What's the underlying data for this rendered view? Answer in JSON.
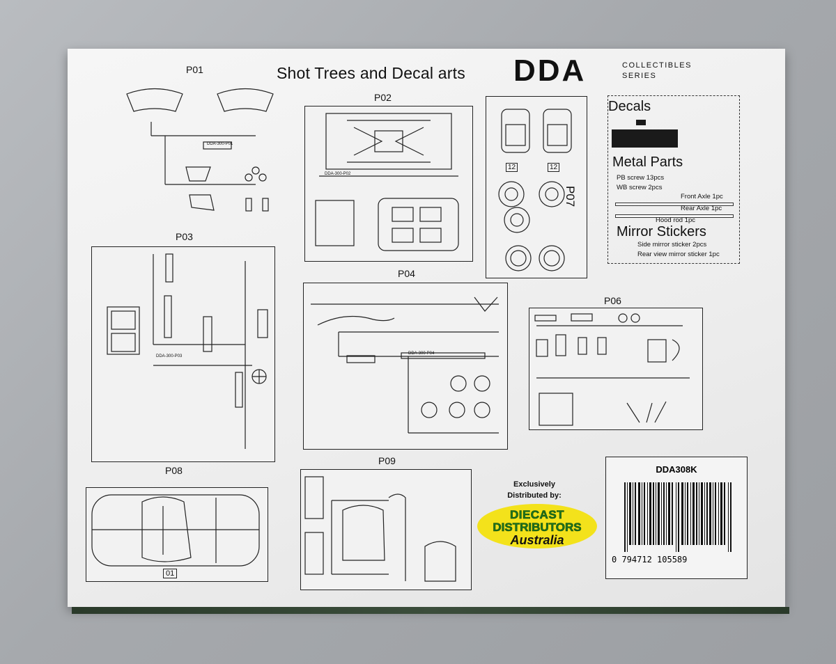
{
  "header": {
    "title": "Shot Trees and Decal arts",
    "brand": "DDA",
    "brand_sub_1": "COLLECTIBLES",
    "brand_sub_2": "SERIES"
  },
  "panels": {
    "p01": "P01",
    "p02": "P02",
    "p03": "P03",
    "p04": "P04",
    "p06": "P06",
    "p07": "P07",
    "p08": "P08",
    "p09": "P09"
  },
  "tags": {
    "p01_tag": "DDA-300-P01",
    "p02_tag": "DDA-300-P02",
    "p03_tag": "DDA-300-P03",
    "p04_tag": "DDA-300-P04",
    "seat_num": "12",
    "body_num": "01"
  },
  "side_info": {
    "decals_title": "Decals",
    "metal_title": "Metal Parts",
    "pb_screw": "PB screw 13pcs",
    "wb_screw": "WB screw 2pcs",
    "front_axle": "Front Axle 1pc",
    "rear_axle": "Rear Axle 1pc",
    "hood_rod": "Hood rod 1pc",
    "mirror_title": "Mirror Stickers",
    "side_mirror": "Side mirror sticker 2pcs",
    "rear_mirror": "Rear view mirror sticker 1pc"
  },
  "distributor": {
    "line1": "Exclusively",
    "line2": "Distributed by:",
    "logo_top": "DIECAST",
    "logo_mid": "DISTRIBUTORS",
    "logo_bottom": "Australia"
  },
  "barcode": {
    "code": "DDA308K",
    "digits": "0   794712   105589"
  }
}
